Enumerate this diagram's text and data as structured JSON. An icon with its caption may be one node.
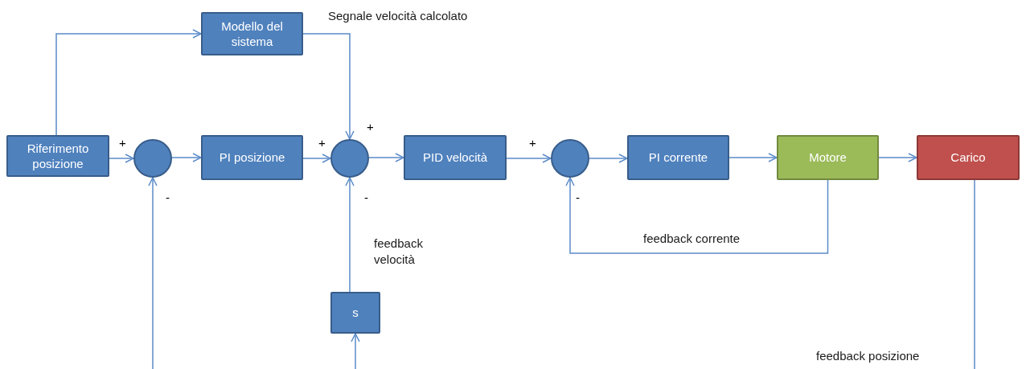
{
  "diagram": {
    "nodes": [
      {
        "text": [
          "Riferimento posizione"
        ]
      },
      {
        "text": [
          "Modello del sistema"
        ]
      },
      {
        "text": [],
        "shape": "circle"
      },
      {
        "text": [
          "PI posizione"
        ]
      },
      {
        "text": [],
        "shape": "circle"
      },
      {
        "text": [
          "PID velocità"
        ]
      },
      {
        "text": [],
        "shape": "circle"
      },
      {
        "text": [
          "PI corrente"
        ]
      },
      {
        "text": [
          "Motore"
        ]
      },
      {
        "text": [
          "Carico"
        ]
      },
      {
        "text": [
          "s"
        ]
      }
    ],
    "edges": [
      {
        "from": 0,
        "to": 2,
        "arrow": "to"
      },
      {
        "from": 0,
        "to": 1,
        "arrow": "to"
      },
      {
        "from": 2,
        "to": 3,
        "arrow": "to"
      },
      {
        "from": 3,
        "to": 4,
        "arrow": "to"
      },
      {
        "from": 1,
        "to": 4,
        "arrow": "to",
        "label": "Segnale velocità calcolato"
      },
      {
        "from": 4,
        "to": 5,
        "arrow": "to"
      },
      {
        "from": 5,
        "to": 6,
        "arrow": "to"
      },
      {
        "from": 6,
        "to": 7,
        "arrow": "to"
      },
      {
        "from": 7,
        "to": 8,
        "arrow": "to"
      },
      {
        "from": 8,
        "to": 9,
        "arrow": "to"
      },
      {
        "from": 8,
        "to": 6,
        "arrow": "to",
        "label": "feedback corrente"
      },
      {
        "from": 10,
        "to": 4,
        "arrow": "to",
        "label": "feedback velocità"
      },
      {
        "from": null,
        "to": 10,
        "arrow": "to"
      },
      {
        "from": null,
        "to": 2,
        "arrow": "to"
      },
      {
        "from": 9,
        "to": null,
        "arrow": "none",
        "label": "feedback posizione"
      }
    ],
    "labels": [
      "+",
      "+",
      "+",
      "+",
      "-",
      "-",
      "-"
    ]
  }
}
